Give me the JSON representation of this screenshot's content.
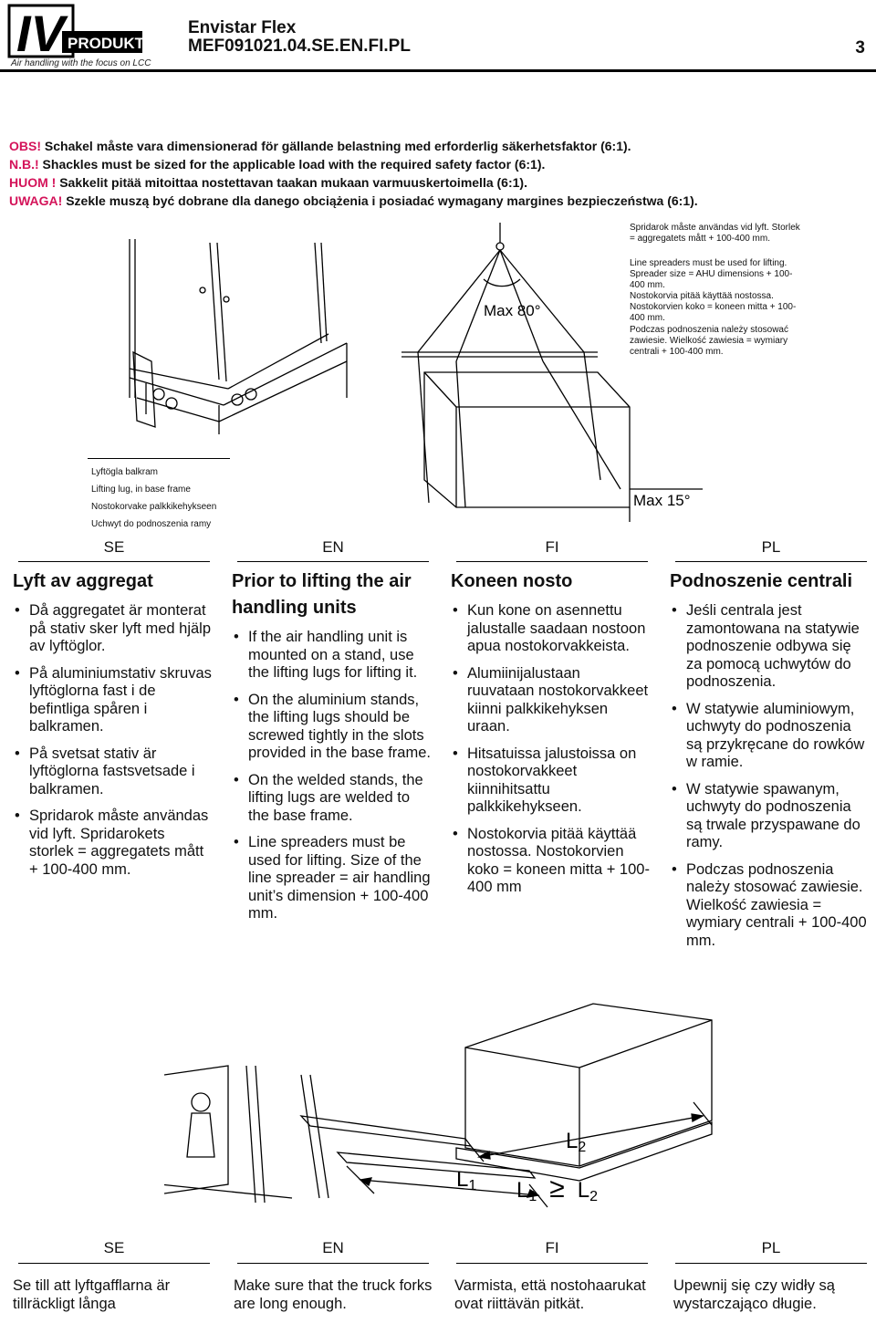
{
  "header": {
    "logo_text": "PRODUKT",
    "logo_mark": "IV",
    "tagline": "Air handling with the focus on LCC",
    "title": "Envistar Flex",
    "doc_id": "MEF091021.04.SE.EN.FI.PL",
    "page_number": "3"
  },
  "warnings": [
    {
      "label": "OBS!",
      "text": " Schakel måste vara dimensionerad för gällande belastning med erforderlig säkerhetsfaktor (6:1)."
    },
    {
      "label": "N.B.!",
      "text": " Shackles must be sized for the applicable load with the required safety factor (6:1)."
    },
    {
      "label": "HUOM !",
      "text": " Sakkelit pitää mitoittaa nostettavan taakan mukaan varmuuskertoimella (6:1)."
    },
    {
      "label": "UWAGA!",
      "text": " Szekle muszą być dobrane dla danego obciążenia i posiadać wymagany margines bezpieczeństwa (6:1)."
    }
  ],
  "diagram": {
    "max_angle_top": "Max 80°",
    "max_angle_bottom": "Max 15°",
    "spreader_notes": [
      "Spridarok måste användas vid lyft. Storlek = aggregatets mått + 100-400 mm.",
      "Line spreaders must be used for lifting. Spreader size = AHU dimensions + 100-400 mm.",
      "Nostokorvia pitää käyttää nostossa. Nostokorvien koko = koneen mitta + 100-400 mm.",
      "Podczas podnoszenia należy stosować zawiesie. Wielkość zawiesia = wymiary centrali + 100-400 mm."
    ],
    "lug_labels": [
      "Lyftögla balkram",
      "Lifting lug, in base frame",
      "Nostokorvake palkkikehykseen",
      "Uchwyt do podnoszenia ramy"
    ]
  },
  "columns": [
    {
      "lang": "SE",
      "heading": "Lyft av aggregat",
      "bullets": [
        "Då aggregatet är monterat på stativ sker lyft med hjälp av lyftöglor.",
        "På aluminiumstativ skruvas lyftöglorna fast i de befintliga spåren i balkramen.",
        "På svetsat stativ är lyftöglorna fastsvetsade i balkramen.",
        "Spridarok måste användas vid lyft. Spridarokets storlek = aggregatets mått + 100-400 mm."
      ]
    },
    {
      "lang": "EN",
      "heading": "Prior to lifting the air handling units",
      "bullets": [
        "If the air handling unit is mounted on a stand, use the lifting lugs for lifting it.",
        "On the aluminium stands, the lifting lugs should be screwed tightly in the slots provided in the base frame.",
        "On the welded stands, the lifting lugs are welded to the base frame.",
        "Line spreaders must be used for lifting. Size of the line spreader = air handling unit’s dimension + 100-400 mm."
      ]
    },
    {
      "lang": "FI",
      "heading": "Koneen nosto",
      "bullets": [
        "Kun kone on asennettu jalustalle saadaan nostoon apua nostokorvakkeista.",
        "Alumiinijalustaan ruuvataan nostokorvakkeet kiinni palkkikehyksen uraan.",
        "Hitsatuissa jalustoissa on nostokorvakkeet kiinnihitsattu palkkikehykseen.",
        "Nostokorvia pitää käyttää nostossa. Nostokorvien koko = koneen mitta + 100-400 mm"
      ]
    },
    {
      "lang": "PL",
      "heading": "Podnoszenie centrali",
      "bullets": [
        "Jeśli centrala jest zamontowana na statywie podnoszenie odbywa się za pomocą uchwytów do podnoszenia.",
        "W statywie aluminiowym, uchwyty do podnoszenia są przykręcane do rowków w ramie.",
        "W statywie spawanym, uchwyty do podnoszenia są trwale przyspawane do ramy.",
        "Podczas podnoszenia należy stosować zawiesie. Wielkość zawiesia = wymiary centrali + 100-400 mm."
      ]
    }
  ],
  "forklift": {
    "l1": "L",
    "l1_sub": "1",
    "l2": "L",
    "l2_sub": "2",
    "relation": "≥"
  },
  "bottom": [
    {
      "lang": "SE",
      "text": "Se till att lyftgafflarna är tillräckligt långa"
    },
    {
      "lang": "EN",
      "text": "Make sure that the truck forks are long enough."
    },
    {
      "lang": "FI",
      "text": "Varmista, että nostohaarukat ovat riittävän pitkät."
    },
    {
      "lang": "PL",
      "text": "Upewnij się czy widły są wystarczająco długie."
    }
  ]
}
